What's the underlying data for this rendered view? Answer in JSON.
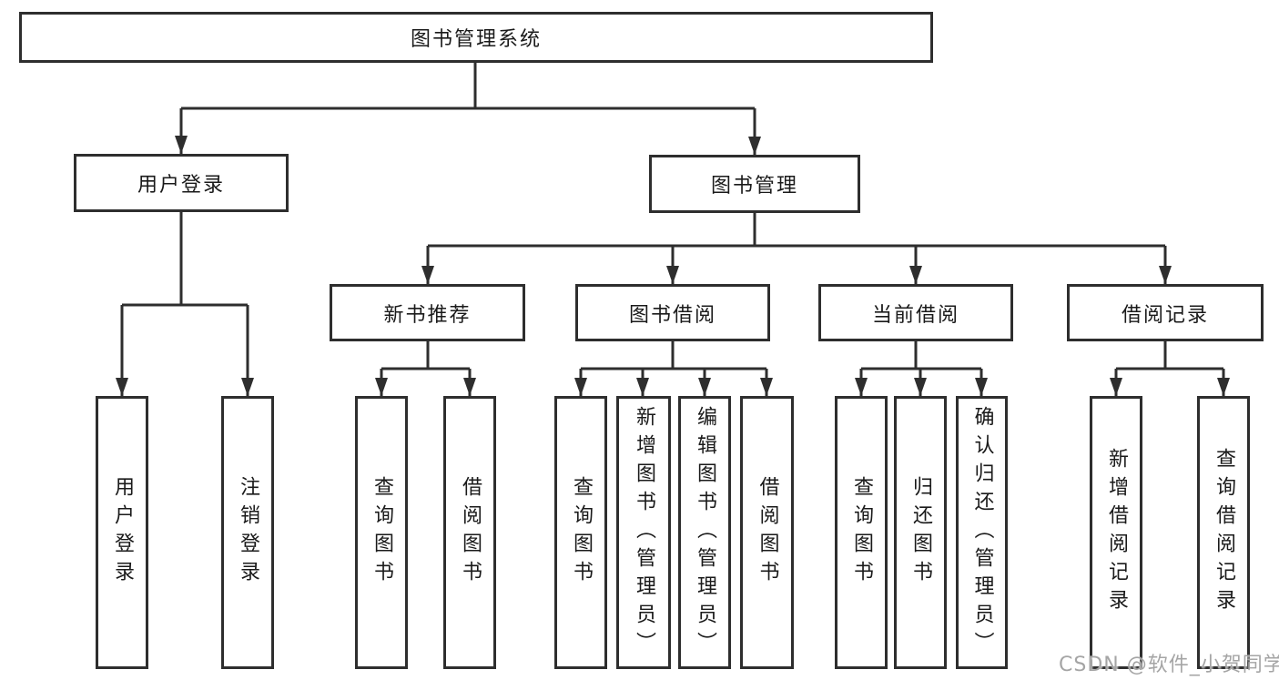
{
  "tree": {
    "root": {
      "label": "图书管理系统"
    },
    "branches": [
      {
        "label": "用户登录",
        "children": [
          "用户登录",
          "注销登录"
        ]
      },
      {
        "label": "图书管理",
        "sections": [
          {
            "label": "新书推荐",
            "children": [
              "查询图书",
              "借阅图书"
            ]
          },
          {
            "label": "图书借阅",
            "children": [
              "查询图书",
              "新增图书（管理员）",
              "编辑图书（管理员）",
              "借阅图书"
            ]
          },
          {
            "label": "当前借阅",
            "children": [
              "查询图书",
              "归还图书",
              "确认归还（管理员）"
            ]
          },
          {
            "label": "借阅记录",
            "children": [
              "新增借阅记录",
              "查询借阅记录"
            ]
          }
        ]
      }
    ]
  },
  "watermark": "CSDN @软件_小贺同学",
  "colors": {
    "line": "#2e2e2e",
    "box_border": "#2e2e2e",
    "box_fill": "#ffffff",
    "text": "#1a1a1a",
    "watermark": "#a5a5a5",
    "background": "#ffffff"
  }
}
